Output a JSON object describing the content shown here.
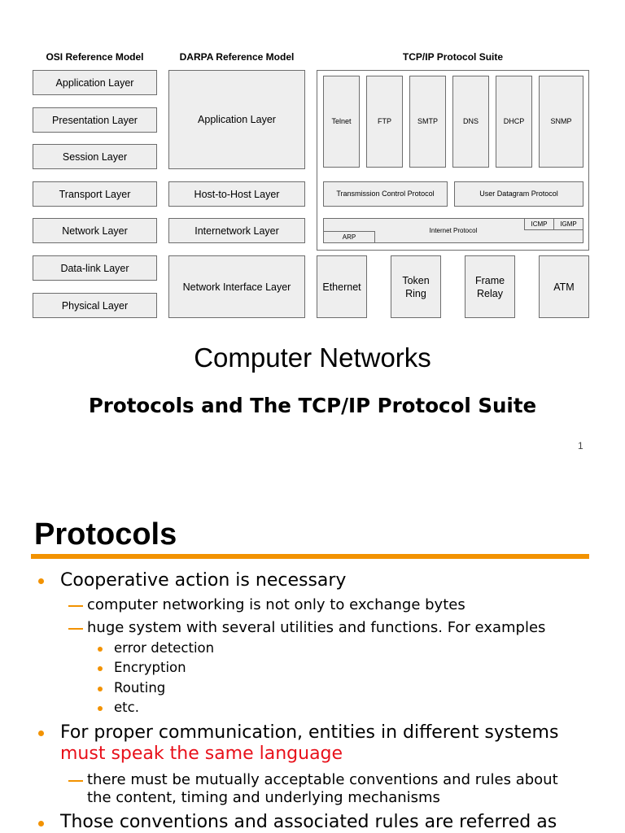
{
  "slide1": {
    "headers": {
      "osi": "OSI Reference Model",
      "darpa": "DARPA Reference Model",
      "tcpip": "TCP/IP Protocol Suite"
    },
    "osi_layers": [
      "Application Layer",
      "Presentation Layer",
      "Session Layer",
      "Transport Layer",
      "Network Layer",
      "Data-link Layer",
      "Physical Layer"
    ],
    "darpa_layers": [
      "Application Layer",
      "Host-to-Host Layer",
      "Internetwork Layer",
      "Network Interface Layer"
    ],
    "app_protocols": [
      "Telnet",
      "FTP",
      "SMTP",
      "DNS",
      "DHCP",
      "SNMP"
    ],
    "transport_protocols": [
      "Transmission Control Protocol",
      "User Datagram Protocol"
    ],
    "internet": {
      "ip": "Internet Protocol",
      "icmp": "ICMP",
      "igmp": "IGMP",
      "arp": "ARP"
    },
    "network_interfaces": [
      "Ethernet",
      "Token\nRing",
      "Frame\nRelay",
      "ATM"
    ],
    "title": "Computer Networks",
    "subtitle": "Protocols and The TCP/IP Protocol Suite",
    "page_number": "1"
  },
  "slide2": {
    "title": "Protocols",
    "bullet1": "Cooperative action is necessary",
    "sub1": "computer networking is not only to exchange bytes",
    "sub2": "huge system with several utilities and functions. For examples",
    "examples": [
      "error detection",
      "Encryption",
      "Routing",
      "etc."
    ],
    "bullet2_line1": "For proper communication, entities in different systems",
    "bullet2_line2": "must speak the same language",
    "sub3_line1": "there must be mutually acceptable conventions and rules about",
    "sub3_line2": "the content, timing and underlying mechanisms",
    "bullet3": "Those conventions and associated rules are referred as"
  },
  "colors": {
    "accent": "#f29200",
    "emphasis": "#e8101a",
    "box_fill": "#eeeeee"
  }
}
